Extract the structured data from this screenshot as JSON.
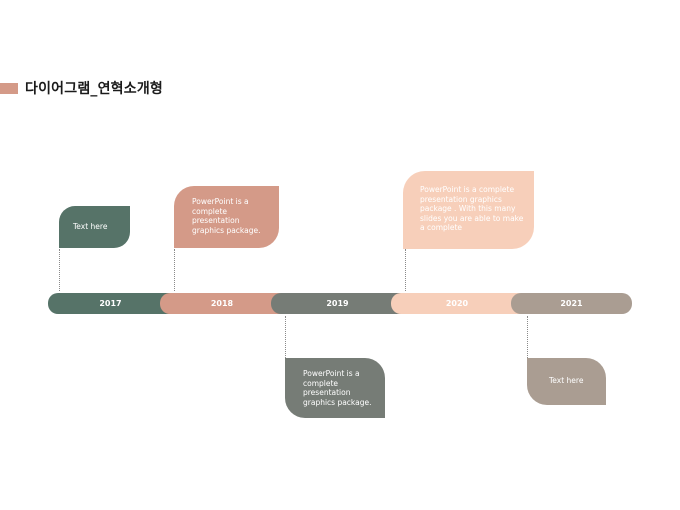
{
  "title": "다이어그램_연혁소개형",
  "colors": {
    "accent": "#d49a88",
    "green": "#567368",
    "salmon": "#d49a88",
    "gray": "#767c76",
    "peach": "#f7cfba",
    "taupe": "#aa9d92"
  },
  "timeline": {
    "years": [
      "2017",
      "2018",
      "2019",
      "2020",
      "2021"
    ]
  },
  "cards": [
    {
      "year": "2017",
      "text": "Text here"
    },
    {
      "year": "2018",
      "text": "PowerPoint is a complete presentation graphics package."
    },
    {
      "year": "2019",
      "text": "PowerPoint is a complete presentation graphics package."
    },
    {
      "year": "2020",
      "text": "PowerPoint is a complete presentation graphics package . With this many slides you are able to make a complete"
    },
    {
      "year": "2021",
      "text": "Text here"
    }
  ]
}
